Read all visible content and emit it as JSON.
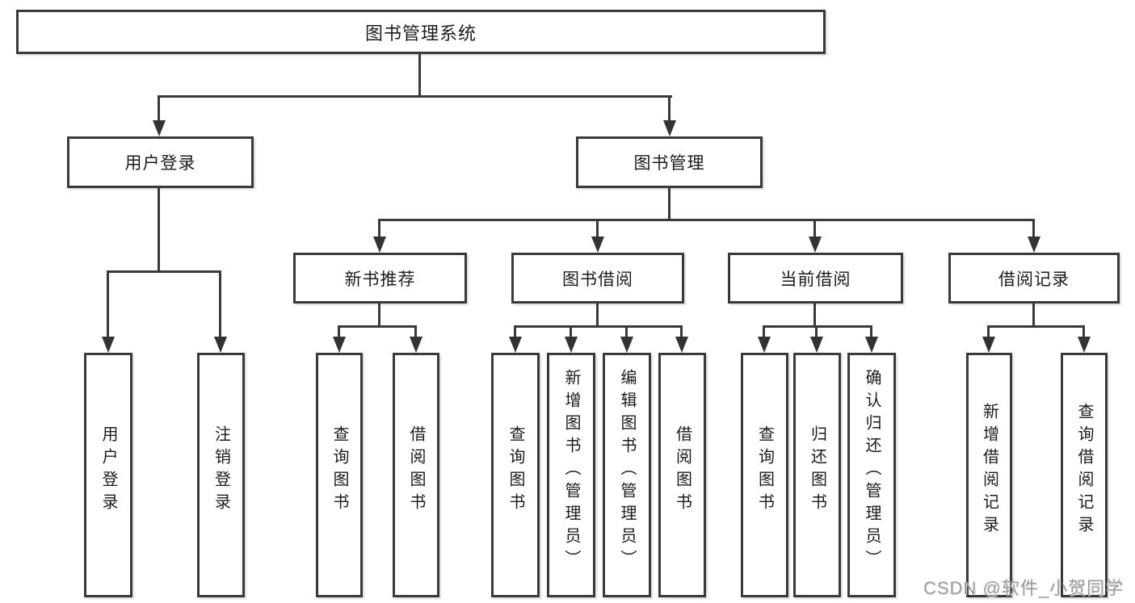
{
  "diagram": {
    "root": {
      "label": "图书管理系统",
      "children": [
        {
          "label": "用户登录",
          "children": [
            {
              "label": "用户登录"
            },
            {
              "label": "注销登录"
            }
          ]
        },
        {
          "label": "图书管理",
          "children": [
            {
              "label": "新书推荐",
              "children": [
                {
                  "label": "查询图书"
                },
                {
                  "label": "借阅图书"
                }
              ]
            },
            {
              "label": "图书借阅",
              "children": [
                {
                  "label": "查询图书"
                },
                {
                  "label": "新增图书（管理员）"
                },
                {
                  "label": "编辑图书（管理员）"
                },
                {
                  "label": "借阅图书"
                }
              ]
            },
            {
              "label": "当前借阅",
              "children": [
                {
                  "label": "查询图书"
                },
                {
                  "label": "归还图书"
                },
                {
                  "label": "确认归还（管理员）"
                }
              ]
            },
            {
              "label": "借阅记录",
              "children": [
                {
                  "label": "新增借阅记录"
                },
                {
                  "label": "查询借阅记录"
                }
              ]
            }
          ]
        }
      ]
    }
  },
  "watermark": {
    "text": "CSDN @软件_小贺同学"
  },
  "colors": {
    "background": "#ffffff",
    "box_fill": "#ffffff",
    "box_border": "#3a3a3a",
    "line": "#3a3a3a",
    "text": "#1c1c1c",
    "watermark": "#9d9d9d"
  }
}
